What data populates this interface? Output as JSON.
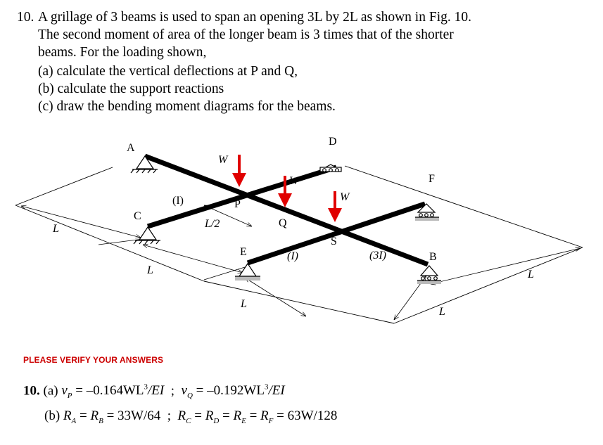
{
  "problem": {
    "number": "10.",
    "lines": [
      "A grillage of 3 beams is used to span an opening 3L by 2L as shown in Fig. 10.",
      "The second moment of area of the longer beam is 3 times that of the shorter",
      "beams. For the loading shown,"
    ],
    "parts": [
      "(a) calculate the vertical deflections at P and Q,",
      "(b) calculate the support reactions",
      "(c) draw the bending moment diagrams for the beams."
    ]
  },
  "figure": {
    "labels": {
      "A": "A",
      "B": "B",
      "C": "C",
      "D": "D",
      "E": "E",
      "F": "F",
      "P": "P",
      "Q": "Q",
      "S": "S",
      "W1": "W",
      "W2": "W",
      "W3": "W",
      "I_left": "(I)",
      "I_mid": "(I)",
      "I_long": "(3I)",
      "half_span": "L/2",
      "L_left": "L",
      "L_c": "L",
      "L_e": "L",
      "L_b": "L",
      "L_right": "L"
    },
    "colors": {
      "beam": "#000000",
      "load": "#e00000",
      "dim": "#000000"
    }
  },
  "verify": "PLEASE VERIFY YOUR ANSWERS",
  "answers": {
    "a_num": "10.",
    "a_part": "(a)",
    "a_vp": "v",
    "a_vp_sub": "P",
    "a_vp_rhs": "= –0.164WL",
    "a_vp_exp": "3",
    "a_vp_den": "/EI",
    "sep1": ";",
    "a_vq": "v",
    "a_vq_sub": "Q",
    "a_vq_rhs": "= –0.192WL",
    "a_vq_exp": "3",
    "a_vq_den": "/EI",
    "b_part": "(b)",
    "b_ra": "R",
    "b_ra_sub": "A",
    "b_eq1": "=",
    "b_rb": "R",
    "b_rb_sub": "B",
    "b_rhs1": "= 33W/64",
    "sep2": ";",
    "b_rc": "R",
    "b_rc_sub": "C",
    "b_rd": "R",
    "b_rd_sub": "D",
    "b_re": "R",
    "b_re_sub": "E",
    "b_rf": "R",
    "b_rf_sub": "F",
    "b_eq": "=",
    "b_rhs2": "= 63W/128"
  }
}
